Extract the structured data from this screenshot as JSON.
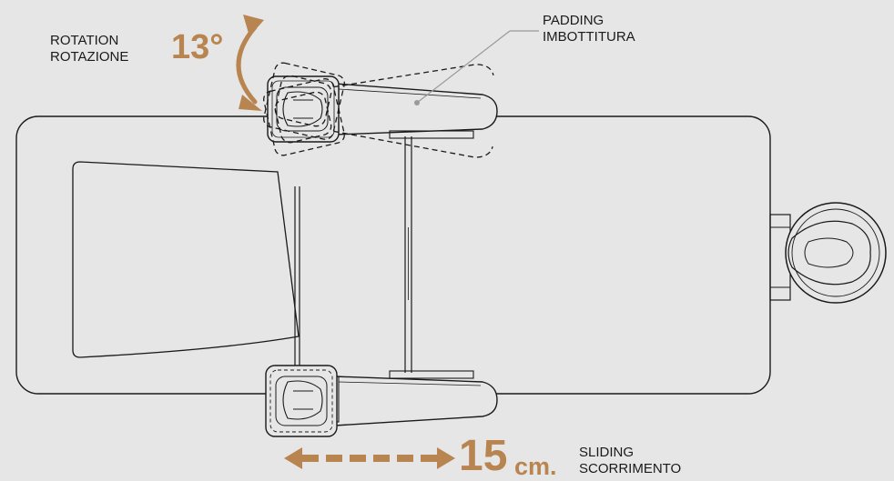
{
  "labels": {
    "rotation_en": "ROTATION",
    "rotation_it": "ROTAZIONE",
    "rotation_value": "13°",
    "padding_en": "PADDING",
    "padding_it": "IMBOTTITURA",
    "sliding_en": "SLIDING",
    "sliding_it": "SCORRIMENTO",
    "sliding_value": "15",
    "sliding_unit": "cm."
  },
  "colors": {
    "background": "#e6e6e6",
    "accent": "#b8844f",
    "line": "#1a1a1a",
    "leader": "#9a9a9a"
  }
}
